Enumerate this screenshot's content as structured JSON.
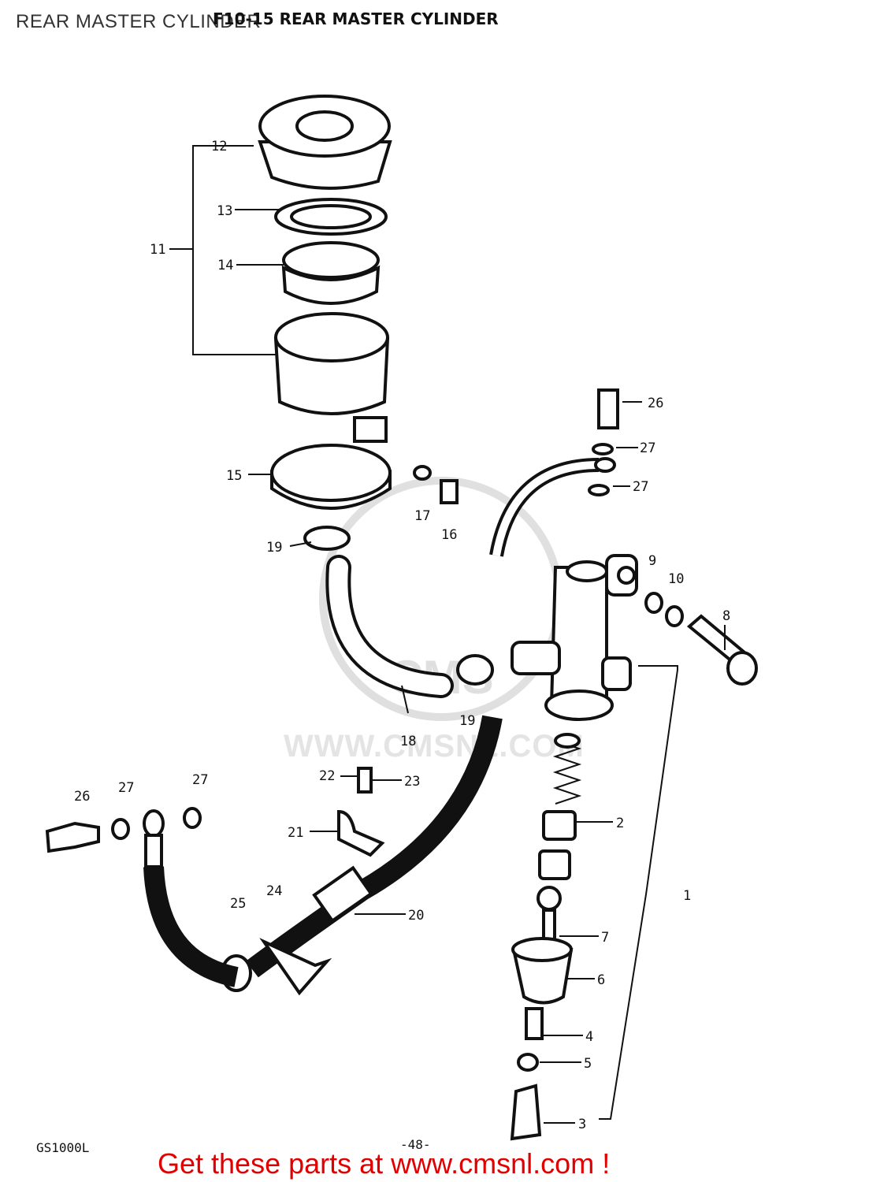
{
  "header": {
    "overlay_title": "REAR MASTER CYLINDER",
    "figure_title": "F10-15 REAR MASTER CYLINDER"
  },
  "footer": {
    "model_code": "GS1000L",
    "page_number": "-48-",
    "promo_text": "Get these parts at www.cmsnl.com !"
  },
  "watermark": {
    "text": "WWW.CMSNL.COM",
    "logo_text": "CMS"
  },
  "callouts": {
    "c1": "1",
    "c2": "2",
    "c3": "3",
    "c4": "4",
    "c5": "5",
    "c6": "6",
    "c7": "7",
    "c8": "8",
    "c9": "9",
    "c10": "10",
    "c11": "11",
    "c12": "12",
    "c13": "13",
    "c14": "14",
    "c15": "15",
    "c16": "16",
    "c17": "17",
    "c18": "18",
    "c19a": "19",
    "c19b": "19",
    "c20": "20",
    "c21": "21",
    "c22": "22",
    "c23": "23",
    "c24": "24",
    "c25": "25",
    "c26a": "26",
    "c26b": "26",
    "c27a": "27",
    "c27b": "27",
    "c27c": "27",
    "c27d": "27"
  }
}
